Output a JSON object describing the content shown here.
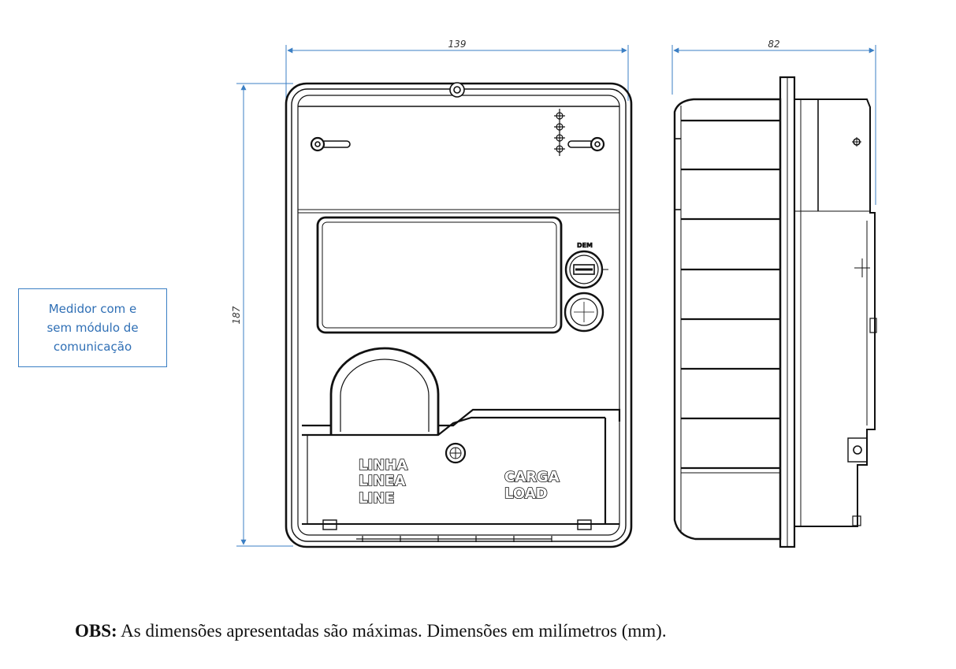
{
  "dimensions": {
    "width": "139",
    "depth": "82",
    "height": "187"
  },
  "callout": {
    "line1": "Medidor com e",
    "line2": "sem módulo de",
    "line3": "comunicação"
  },
  "front_labels": {
    "dem": "DEM",
    "line_pt": "LINHA",
    "line_es": "LINEA",
    "line_en": "LINE",
    "load_pt": "CARGA",
    "load_en": "LOAD"
  },
  "note": {
    "prefix": "OBS:",
    "text": " As dimensões apresentadas são máximas. Dimensões em milímetros (mm)."
  },
  "colors": {
    "dimension_line": "#3b7fc4",
    "drawing": "#111111"
  }
}
